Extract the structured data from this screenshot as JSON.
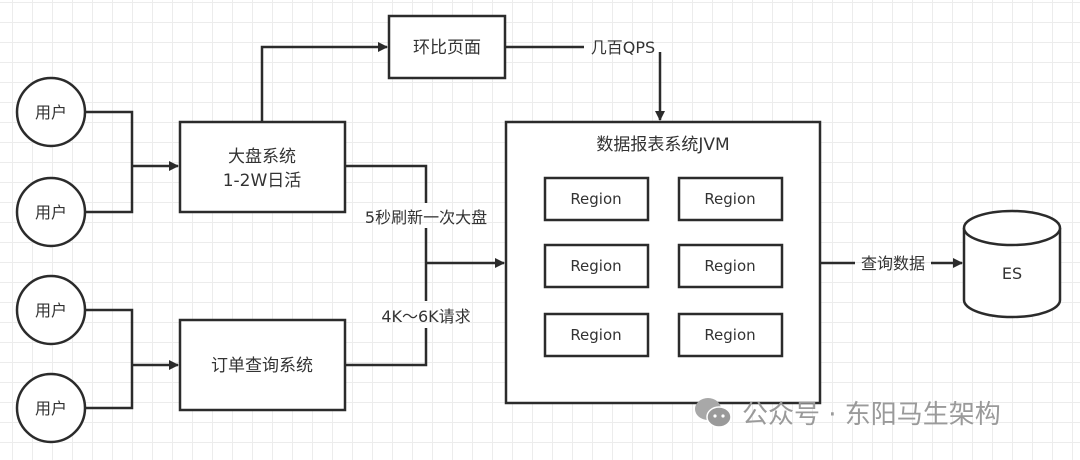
{
  "users": [
    "用户",
    "用户",
    "用户",
    "用户"
  ],
  "dapan": {
    "line1": "大盘系统",
    "line2": "1-2W日活"
  },
  "huanbi": "环比页面",
  "order": "订单查询系统",
  "edges": {
    "qps": "几百QPS",
    "refresh": "5秒刷新一次大盘",
    "requests": "4K～6K请求",
    "query": "查询数据"
  },
  "jvm": {
    "title": "数据报表系统JVM",
    "regions": [
      "Region",
      "Region",
      "Region",
      "Region",
      "Region",
      "Region"
    ]
  },
  "es": "ES",
  "watermark": "公众号 · 东阳马生架构",
  "colors": {
    "stroke": "#2b2b2b",
    "text": "#333333",
    "grid": "#ececec",
    "watermark": "#9a9a9a"
  }
}
